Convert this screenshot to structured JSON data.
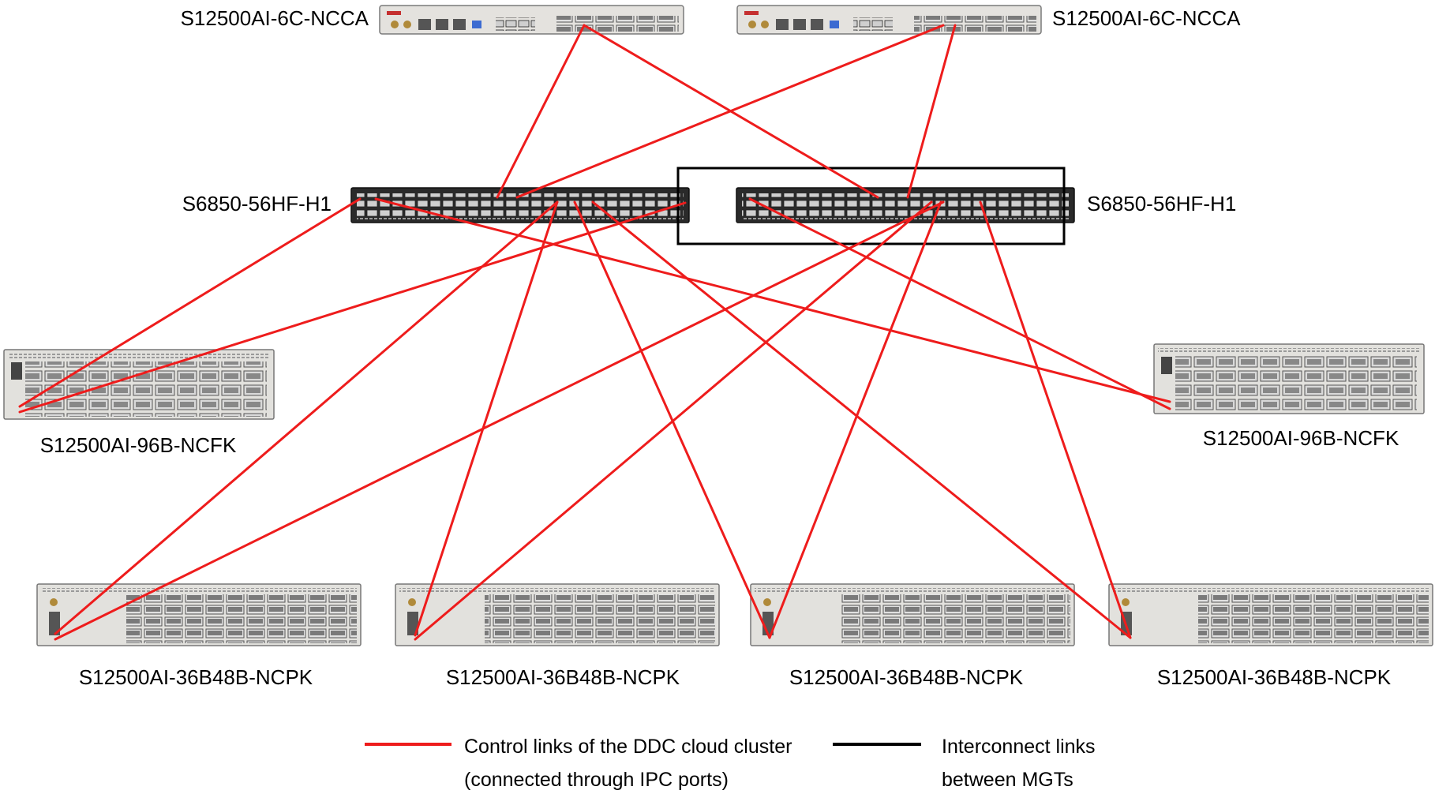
{
  "devices": {
    "ncca_left": {
      "label": "S12500AI-6C-NCCA"
    },
    "ncca_right": {
      "label": "S12500AI-6C-NCCA"
    },
    "s6850_left": {
      "label": "S6850-56HF-H1"
    },
    "s6850_right": {
      "label": "S6850-56HF-H1"
    },
    "ncfk_left": {
      "label": "S12500AI-96B-NCFK"
    },
    "ncfk_right": {
      "label": "S12500AI-96B-NCFK"
    },
    "ncpk_1": {
      "label": "S12500AI-36B48B-NCPK"
    },
    "ncpk_2": {
      "label": "S12500AI-36B48B-NCPK"
    },
    "ncpk_3": {
      "label": "S12500AI-36B48B-NCPK"
    },
    "ncpk_4": {
      "label": "S12500AI-36B48B-NCPK"
    }
  },
  "legend": {
    "control": {
      "line1": "Control links of the DDC cloud cluster",
      "line2": "(connected through IPC ports)",
      "color": "#ee1c1c"
    },
    "interconnect": {
      "line1": "Interconnect links",
      "line2": "between MGTs",
      "color": "#000000"
    }
  }
}
